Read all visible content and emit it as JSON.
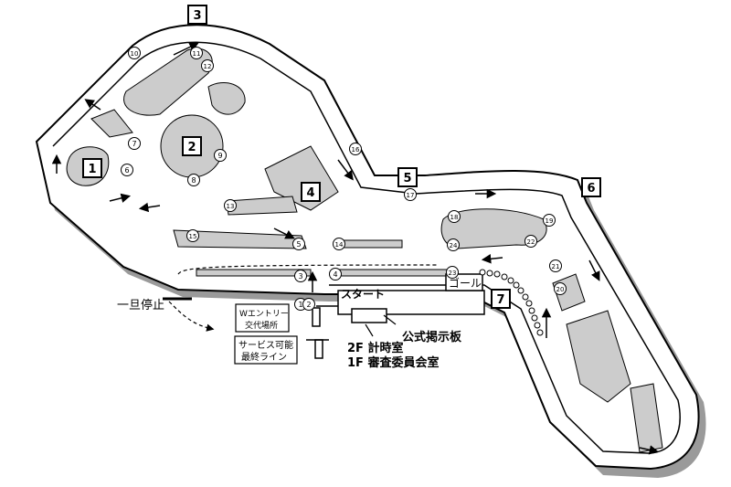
{
  "section_markers": [
    "1",
    "2",
    "3",
    "4",
    "5",
    "6",
    "7"
  ],
  "corner_numbers": [
    "1",
    "2",
    "3",
    "4",
    "5",
    "6",
    "7",
    "8",
    "9",
    "10",
    "11",
    "12",
    "13",
    "14",
    "15",
    "16",
    "17",
    "18",
    "19",
    "20",
    "21",
    "22",
    "23",
    "24"
  ],
  "labels": {
    "stop": "一旦停止",
    "start": "スタート",
    "goal": "ゴール",
    "w_entry": [
      "Wエントリー",
      "交代場所"
    ],
    "service": [
      "サービス可能",
      "最終ライン"
    ],
    "bulletin": "公式掲示板",
    "timing_room": "2F 計時室",
    "stewards_room": "1F 審査委員会室"
  },
  "colors": {
    "track": "#000000",
    "infield": "#cccccc",
    "shadow": "#9a9a9a",
    "background": "#ffffff"
  }
}
